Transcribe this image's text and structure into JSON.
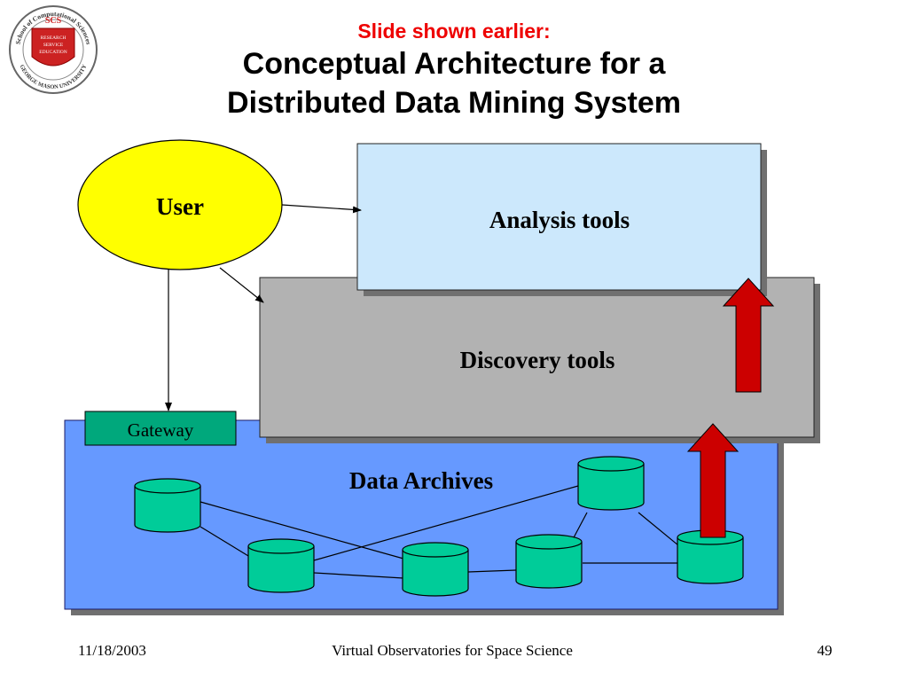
{
  "logo": {
    "ring_text": "School of Computational Sciences",
    "bottom_text": "GEORGE MASON UNIVERSITY",
    "acronym": "SCS",
    "lines": [
      "RESEARCH",
      "SERVICE",
      "EDUCATION"
    ]
  },
  "header": {
    "subtitle": "Slide shown earlier:",
    "title_line1": "Conceptual Architecture for a",
    "title_line2": "Distributed Data Mining System"
  },
  "diagram": {
    "user_label": "User",
    "analysis_label": "Analysis tools",
    "discovery_label": "Discovery tools",
    "archives_label": "Data Archives",
    "gateway_label": "Gateway"
  },
  "colors": {
    "user_fill": "#ffff00",
    "analysis_fill": "#cce8fc",
    "discovery_fill": "#b2b2b2",
    "archives_fill": "#6699ff",
    "gateway_fill": "#00a87c",
    "cylinder_fill": "#00cc99",
    "arrow_fill": "#cc0000",
    "subtitle_color": "#ee0000"
  },
  "footer": {
    "date": "11/18/2003",
    "center": "Virtual Observatories for Space Science",
    "page": "49"
  }
}
